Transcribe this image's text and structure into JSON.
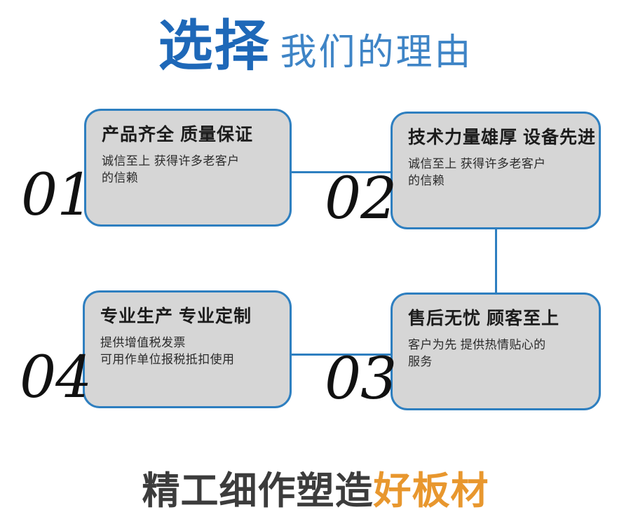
{
  "header": {
    "emphasis": "选择",
    "rest": "我们的理由",
    "emphasis_color": "#1E68B8",
    "rest_color": "#3E84C6"
  },
  "theme": {
    "accent_blue": "#2E7FC0",
    "card_fill": "#D6D6D6",
    "number_color": "#111111",
    "footer_accent": "#E8972E"
  },
  "cards": [
    {
      "number": "01",
      "title": "产品齐全 质量保证",
      "desc_lines": [
        "诚信至上 获得许多老客户",
        "的信赖"
      ]
    },
    {
      "number": "02",
      "title": "技术力量雄厚 设备先进",
      "desc_lines": [
        "诚信至上 获得许多老客户",
        "的信赖"
      ]
    },
    {
      "number": "03",
      "title": "售后无忧 顾客至上",
      "desc_lines": [
        "客户为先 提供热情贴心的",
        "服务"
      ]
    },
    {
      "number": "04",
      "title": "专业生产 专业定制",
      "desc_lines": [
        "提供增值税发票",
        "可用作单位报税抵扣使用"
      ]
    }
  ],
  "footer": {
    "dark": "精工细作塑造",
    "accent": "好板材"
  }
}
